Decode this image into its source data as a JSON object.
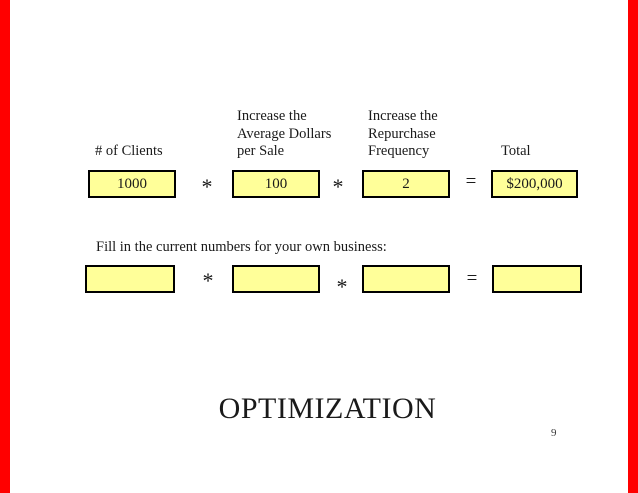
{
  "colors": {
    "side_bar": "#ff0000",
    "box_fill": "#ffff99",
    "box_border": "#000000",
    "text": "#1a1a1a"
  },
  "columns": [
    {
      "header": "# of Clients"
    },
    {
      "header": "Increase the\nAverage Dollars\nper Sale"
    },
    {
      "header": "Increase the\nRepurchase\nFrequency"
    },
    {
      "header": "Total"
    }
  ],
  "example_row": {
    "values": [
      "1000",
      "100",
      "2",
      "$200,000"
    ],
    "operators": [
      "*",
      "*",
      "="
    ]
  },
  "fill_row": {
    "prompt": "Fill in the current numbers for your own business:",
    "values": [
      "",
      "",
      "",
      ""
    ],
    "operators": [
      "*",
      "*",
      "="
    ]
  },
  "title": "OPTIMIZATION",
  "page_number": "9"
}
